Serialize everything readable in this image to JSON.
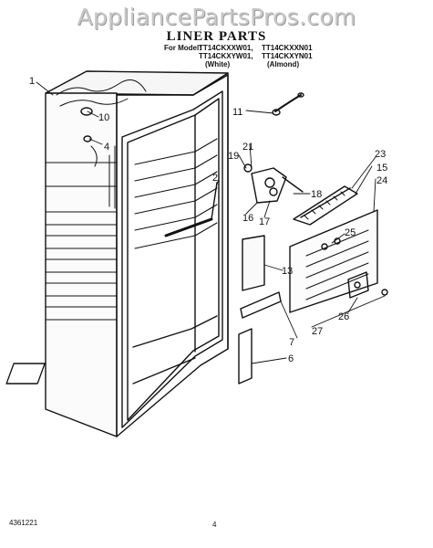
{
  "watermark": "AppliancePartsPros.com",
  "title": "LINER PARTS",
  "models": {
    "label": "For Model:",
    "line1": [
      "TT14CKXXW01,",
      "TT14CKXXN01"
    ],
    "line2": [
      "TT14CKXYW01,",
      "TT14CKXYN01"
    ],
    "colors": [
      "(White)",
      "(Almond)"
    ]
  },
  "callouts": [
    "1",
    "10",
    "4",
    "11",
    "21",
    "19",
    "2",
    "16",
    "17",
    "18",
    "23",
    "15",
    "24",
    "25",
    "13",
    "26",
    "7",
    "27",
    "6"
  ],
  "footer": {
    "code": "4361221",
    "page": "4"
  }
}
